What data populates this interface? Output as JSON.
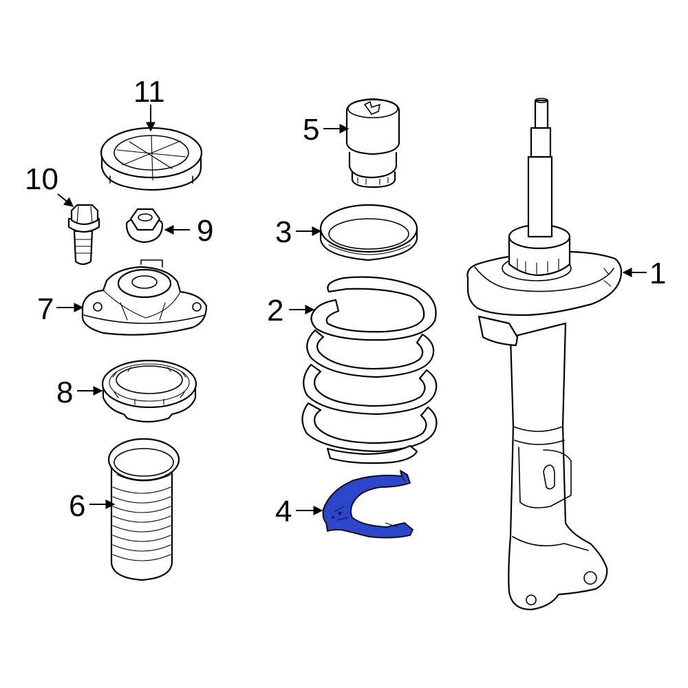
{
  "diagram": {
    "highlight_color": "#2b46c8",
    "callouts": [
      {
        "id": "1",
        "label": "1"
      },
      {
        "id": "2",
        "label": "2"
      },
      {
        "id": "3",
        "label": "3"
      },
      {
        "id": "4",
        "label": "4",
        "highlighted": true
      },
      {
        "id": "5",
        "label": "5"
      },
      {
        "id": "6",
        "label": "6"
      },
      {
        "id": "7",
        "label": "7"
      },
      {
        "id": "8",
        "label": "8"
      },
      {
        "id": "9",
        "label": "9"
      },
      {
        "id": "10",
        "label": "10"
      },
      {
        "id": "11",
        "label": "11"
      }
    ]
  }
}
